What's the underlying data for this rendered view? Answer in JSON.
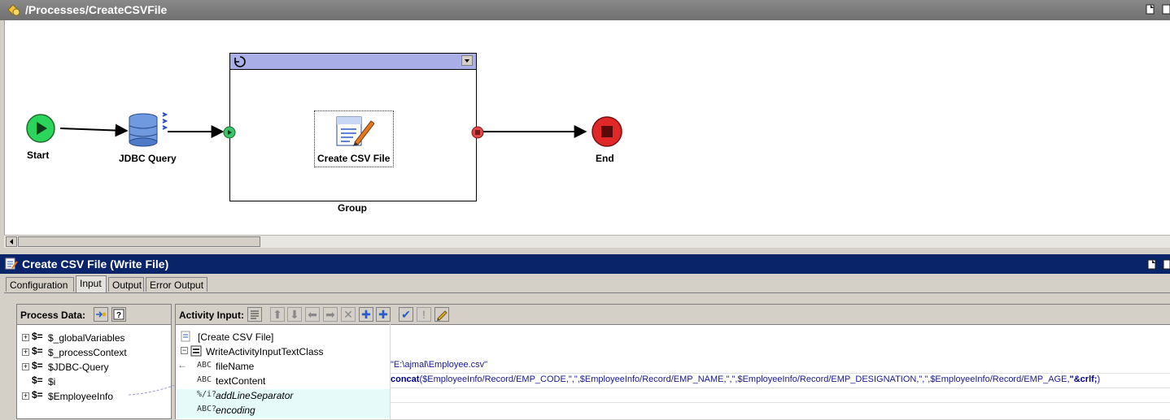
{
  "process": {
    "path": "/Processes/CreateCSVFile"
  },
  "canvas": {
    "start_label": "Start",
    "jdbc_label": "JDBC Query",
    "group_label": "Group",
    "csv_label": "Create CSV File",
    "end_label": "End",
    "colors": {
      "start": "#2bd45a",
      "end": "#e02828",
      "group_header": "#a9aee6"
    }
  },
  "activity": {
    "title": "Create CSV File (Write File)"
  },
  "tabs": [
    {
      "label": "Configuration",
      "active": false
    },
    {
      "label": "Input",
      "active": true
    },
    {
      "label": "Output",
      "active": false
    },
    {
      "label": "Error Output",
      "active": false
    }
  ],
  "process_data": {
    "title": "Process Data:",
    "items": [
      {
        "label": "$_globalVariables",
        "expandable": true
      },
      {
        "label": "$_processContext",
        "expandable": true
      },
      {
        "label": "$JDBC-Query",
        "expandable": true
      },
      {
        "label": "$i",
        "expandable": false
      },
      {
        "label": "$EmployeeInfo",
        "expandable": true
      }
    ]
  },
  "activity_input": {
    "title": "Activity Input:",
    "rows": [
      {
        "name": "[Create CSV File]",
        "value": ""
      },
      {
        "name": "WriteActivityInputTextClass",
        "value": ""
      },
      {
        "name": "fileName",
        "value": "\"E:\\ajmal\\Employee.csv\""
      },
      {
        "name": "textContent",
        "fn": "concat",
        "value": "($EmployeeInfo/Record/EMP_CODE,\",\",$EmployeeInfo/Record/EMP_NAME,\",\",$EmployeeInfo/Record/EMP_DESIGNATION,\",\",$EmployeeInfo/Record/EMP_AGE,",
        "tail": "\"&crlf;",
        "end": ")"
      },
      {
        "name": "addLineSeparator",
        "value": ""
      },
      {
        "name": "encoding",
        "value": ""
      }
    ]
  }
}
